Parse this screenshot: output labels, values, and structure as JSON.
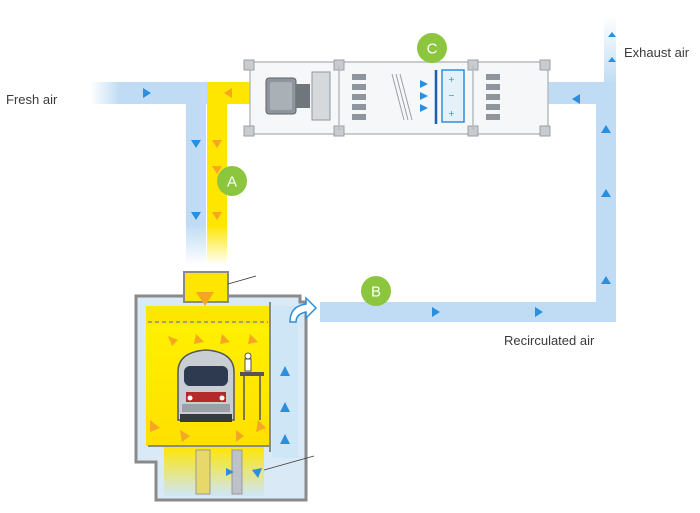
{
  "labels": {
    "fresh_air": "Fresh air",
    "exhaust_air": "Exhaust air",
    "recirculated_air": "Recirculated air"
  },
  "markers": {
    "a": "A",
    "b": "B",
    "c": "C"
  },
  "icons": {
    "flow_arrow": "triangle-arrow-icon",
    "train": "train-icon",
    "fan": "fan-icon"
  },
  "colors": {
    "fresh_air_duct": "#bfdcf4",
    "warm_air_duct": "#ffe600",
    "arrow_blue": "#2a8fe0",
    "arrow_orange": "#f5a623",
    "badge_green": "#8cc63f",
    "booth_wall": "#8a8a8a",
    "booth_yellow": "#ffee00"
  }
}
